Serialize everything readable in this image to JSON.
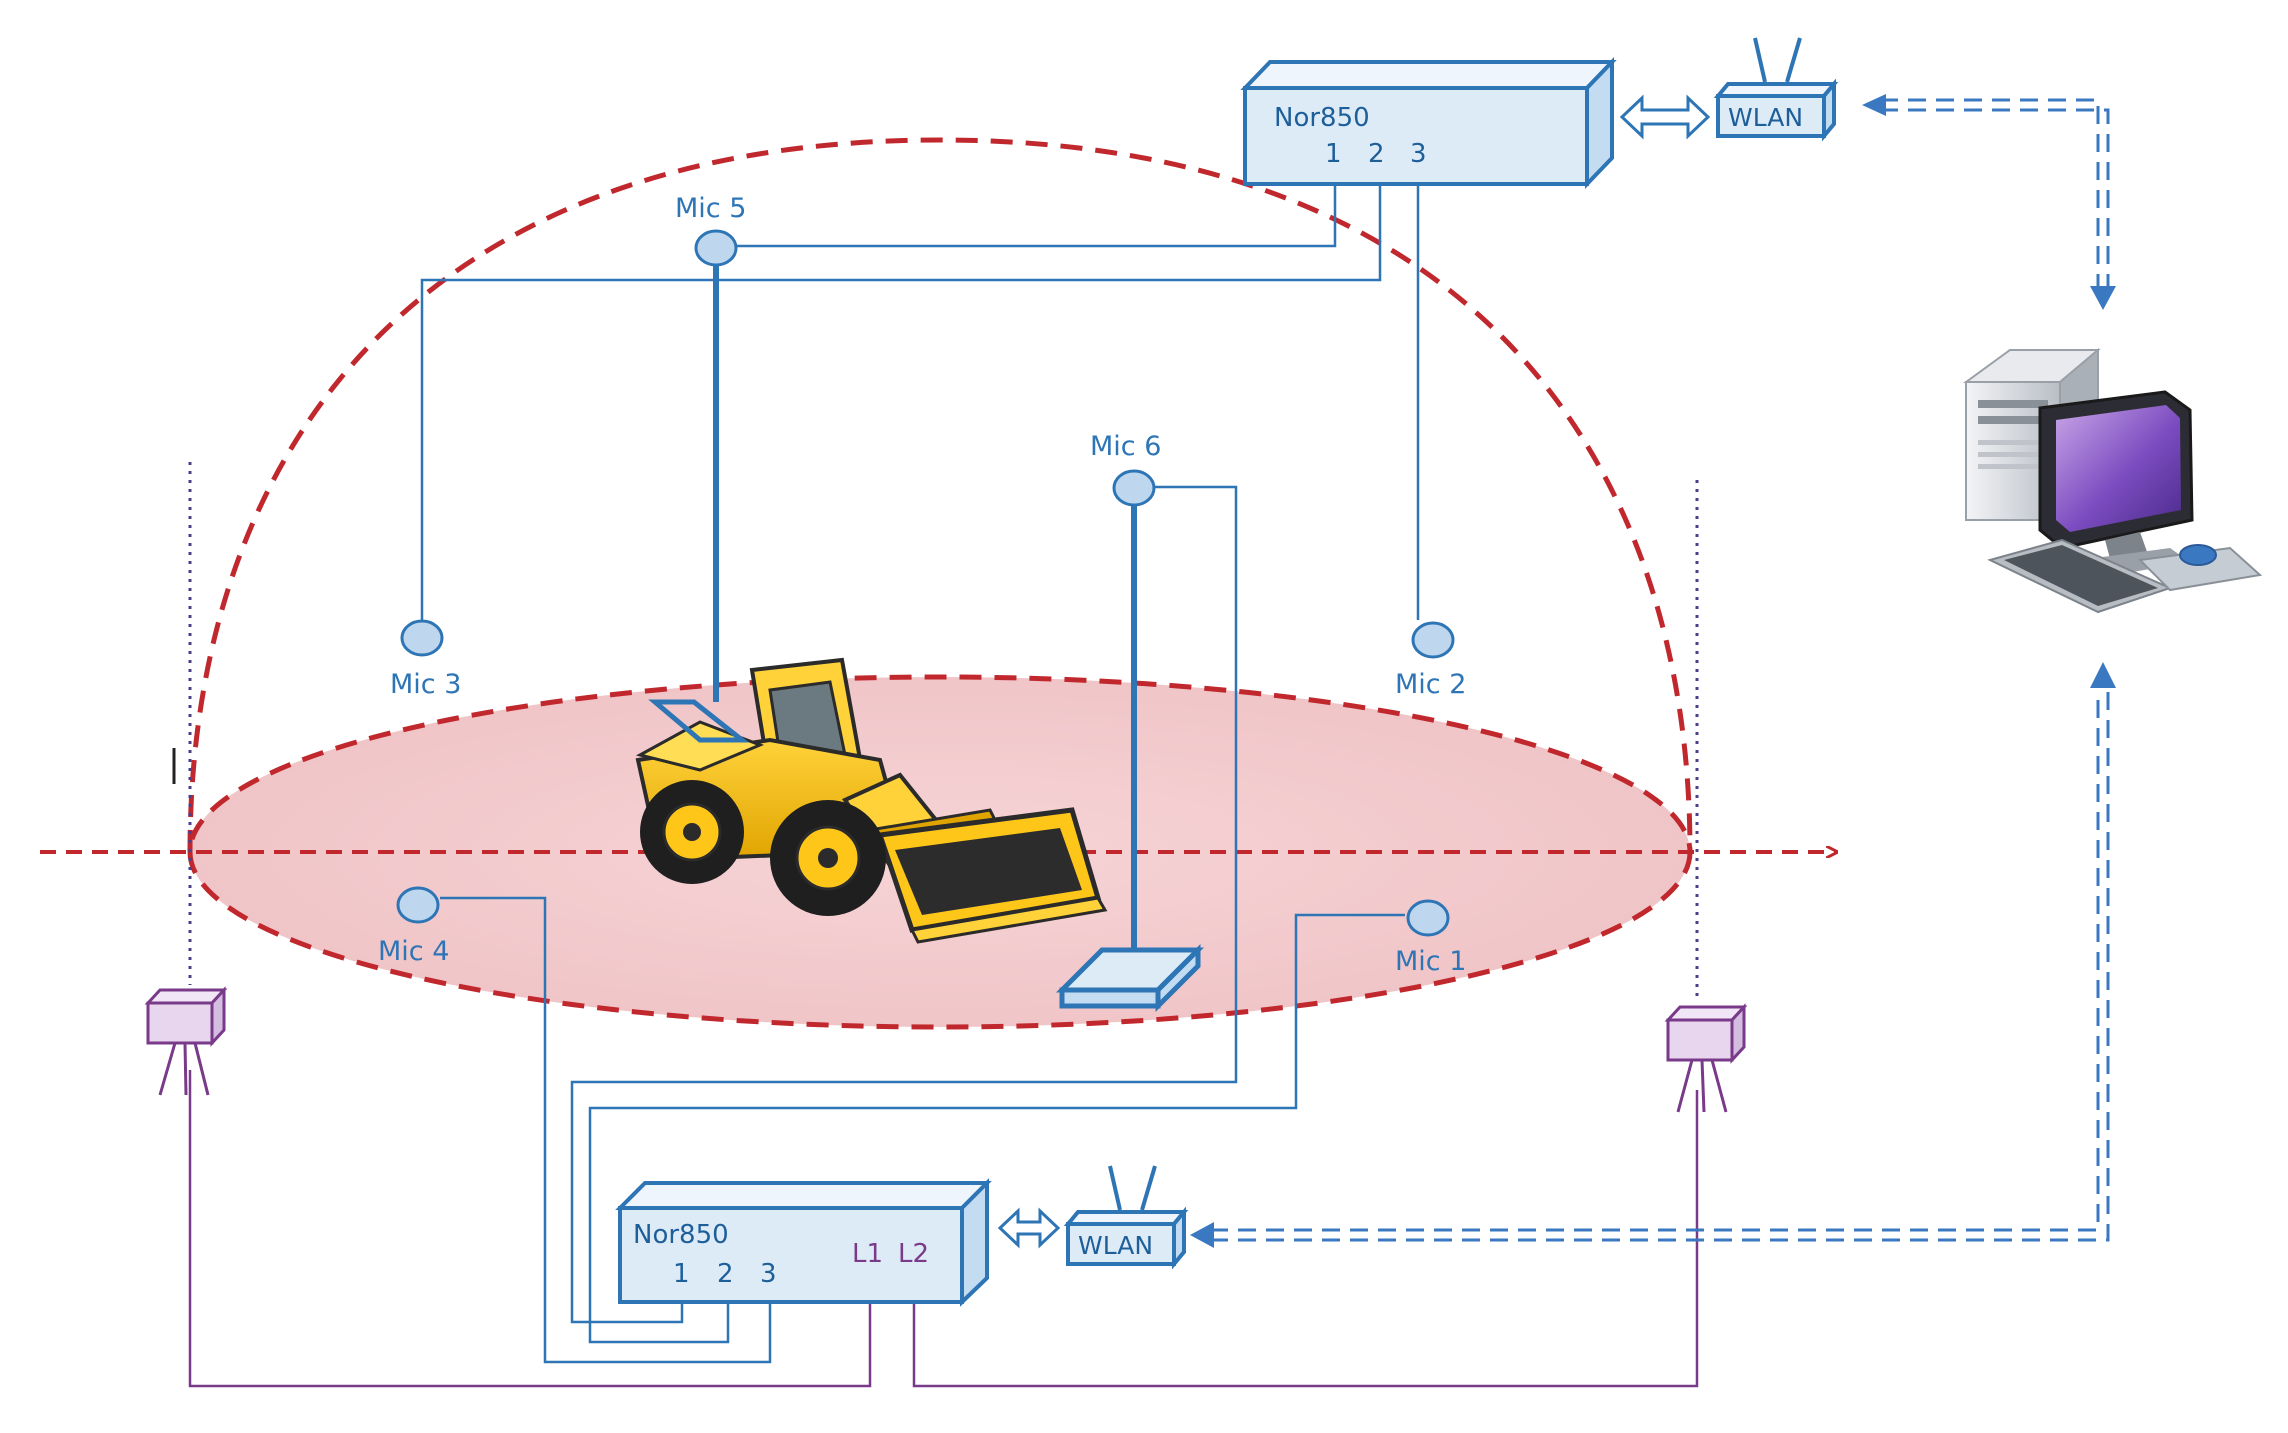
{
  "analyzers": {
    "top": {
      "name": "Nor850",
      "ports": [
        "1",
        "2",
        "3"
      ]
    },
    "bottom": {
      "name": "Nor850",
      "ports": [
        "1",
        "2",
        "3"
      ],
      "line_inputs": [
        "L1",
        "L2"
      ]
    }
  },
  "wlan": {
    "top_label": "WLAN",
    "bottom_label": "WLAN"
  },
  "microphones": {
    "mic1": "Mic 1",
    "mic2": "Mic 2",
    "mic3": "Mic 3",
    "mic4": "Mic 4",
    "mic5": "Mic 5",
    "mic6": "Mic 6"
  },
  "icons": {
    "computer": "desktop-computer-icon",
    "loader": "wheel-loader-icon",
    "sensor": "light-barrier-sensor-icon",
    "antenna": "wifi-antenna-icon"
  },
  "colors": {
    "cable": "#2e75b6",
    "line_cable": "#7a3a8a",
    "hemisphere": "#c0282d",
    "floor_area": "#f2c9cc",
    "device_fill": "#ddebf7",
    "sensor_fill": "#e7d6ee"
  }
}
